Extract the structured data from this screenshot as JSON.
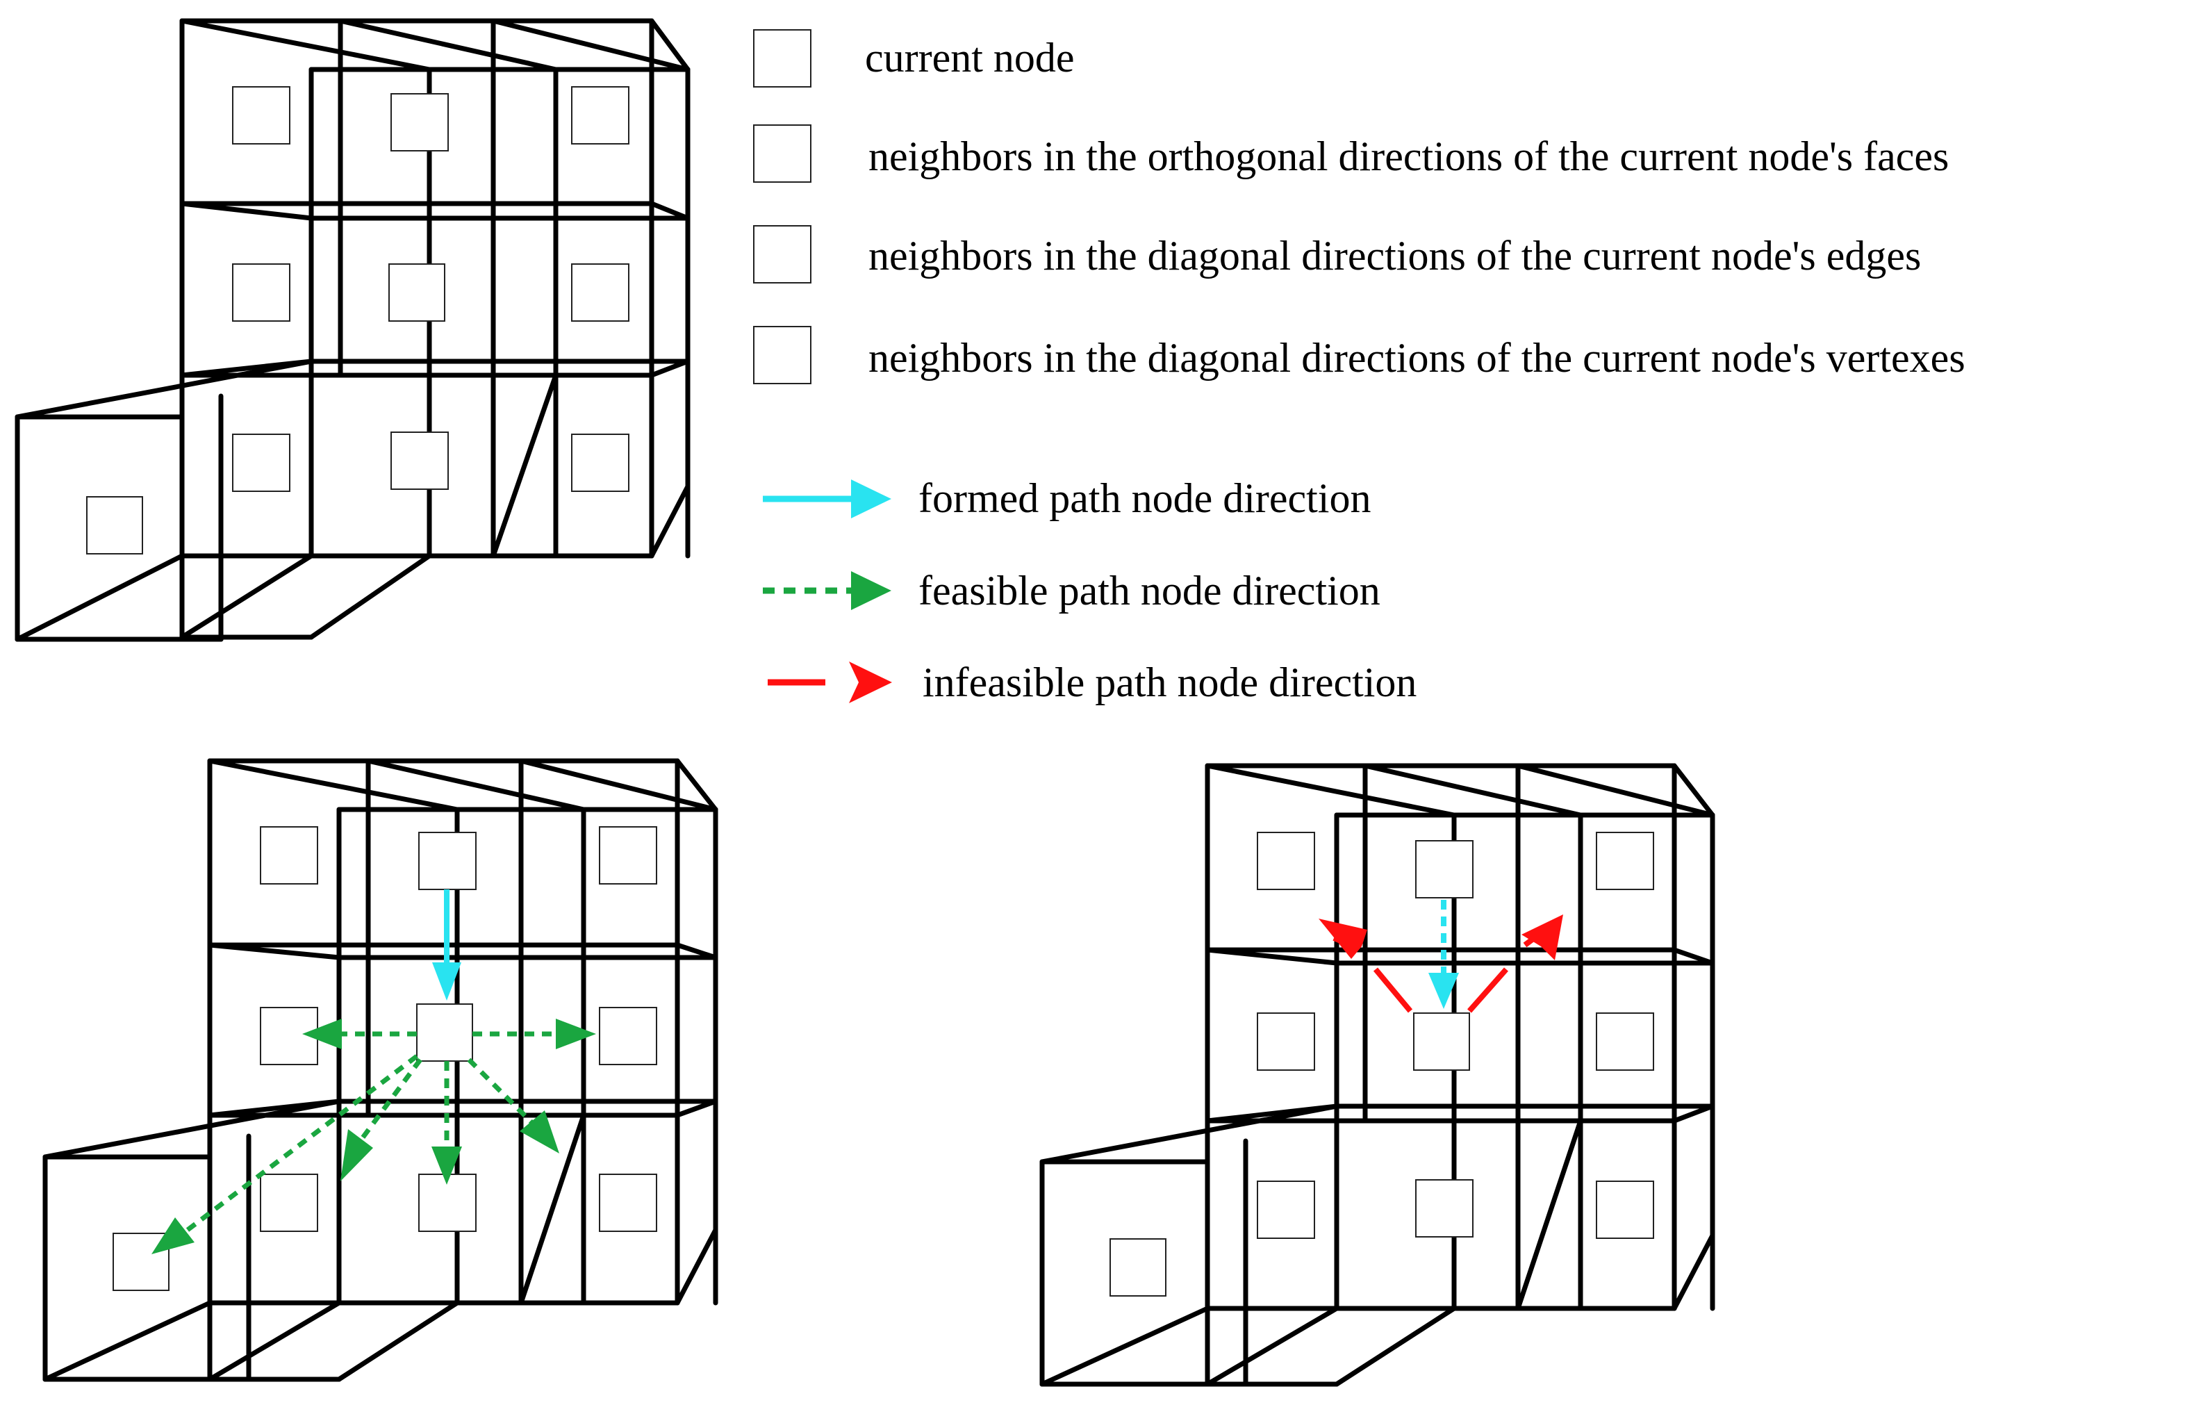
{
  "legend": {
    "current_node": "current node",
    "face_neighbors": "neighbors in the orthogonal directions of the current node's faces",
    "edge_neighbors": "neighbors in the diagonal directions of the current node's edges",
    "vertex_neighbors": "neighbors in the diagonal directions of the current node's vertexes",
    "formed": "formed path node direction",
    "feasible": "feasible path node direction",
    "infeasible": "infeasible path node direction"
  },
  "colors": {
    "formed_arrow": "#29e3f0",
    "feasible_arrow": "#1aa640",
    "infeasible_arrow": "#ff1010",
    "grid_line": "#000000"
  },
  "icons": {
    "current": "cross-hatch-pattern",
    "face": "diagonal-hatch-pattern",
    "edge": "horizontal-lines-pattern",
    "vertex": "grid-pattern"
  }
}
